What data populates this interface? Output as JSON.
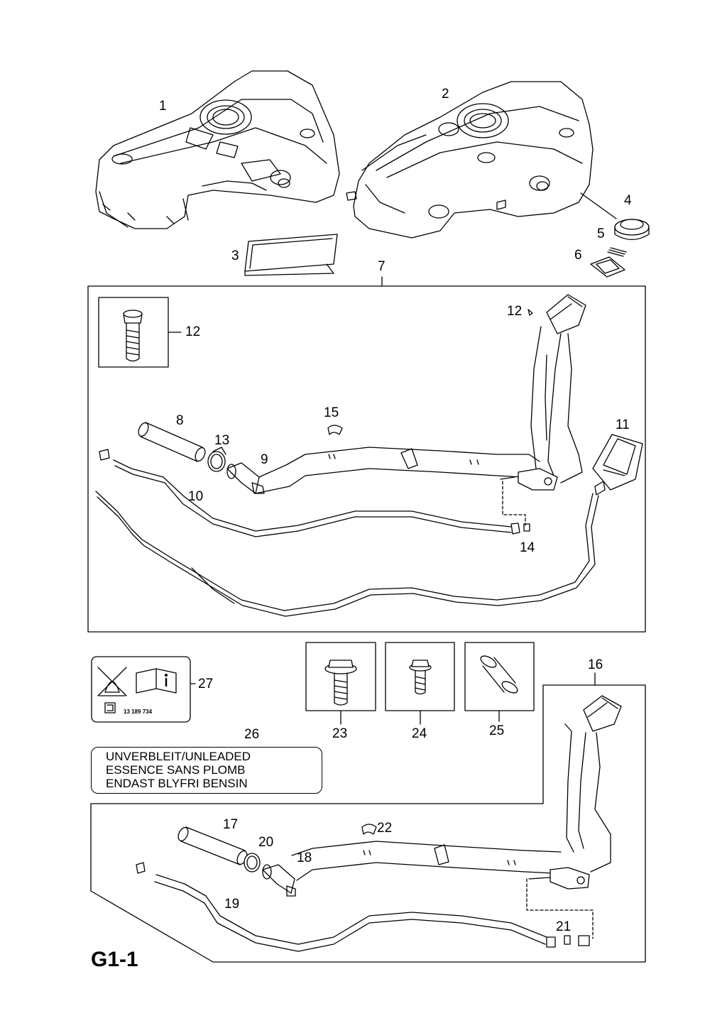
{
  "page_id": "G1-1",
  "callouts": {
    "c1": "1",
    "c2": "2",
    "c3": "3",
    "c4": "4",
    "c5": "5",
    "c6": "6",
    "c7": "7",
    "c8": "8",
    "c9": "9",
    "c10": "10",
    "c11": "11",
    "c12a": "12",
    "c12b": "12",
    "c13": "13",
    "c14": "14",
    "c15": "15",
    "c16": "16",
    "c17": "17",
    "c18": "18",
    "c19": "19",
    "c20": "20",
    "c21": "21",
    "c22": "22",
    "c23": "23",
    "c24": "24",
    "c25": "25",
    "c26": "26",
    "c27": "27"
  },
  "label_27": {
    "part_number": "13 189 734"
  },
  "label_26": {
    "line1": "UNVERBLEIT/UNLEADED",
    "line2": "ESSENCE SANS PLOMB",
    "line3": "ENDAST BLYFRI BENSIN"
  }
}
